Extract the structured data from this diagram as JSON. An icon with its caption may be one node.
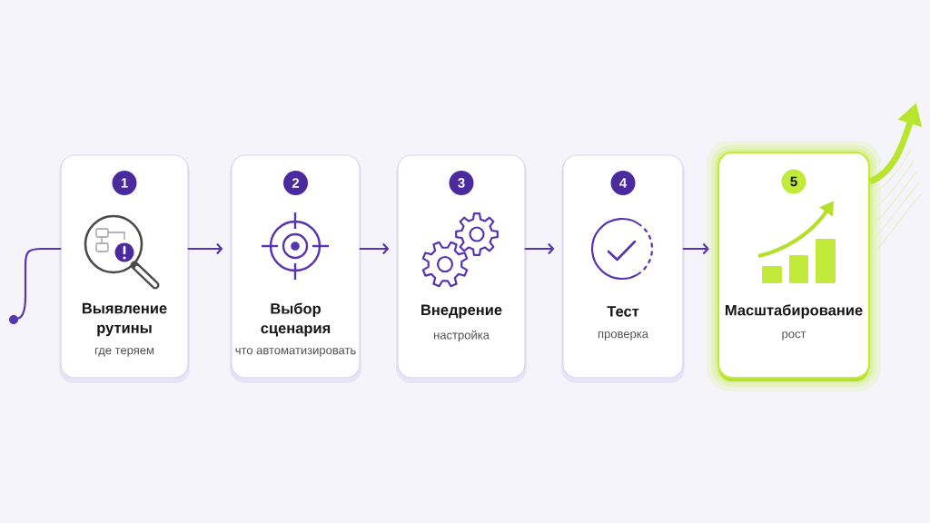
{
  "diagram": {
    "nodes": [
      {
        "text": [],
        "shape": "circle"
      },
      {
        "text": [
          "Выявление рутины",
          "где теряем"
        ]
      },
      {
        "text": [
          "1"
        ],
        "in": 1
      },
      {
        "text": [
          "Выбор сценария",
          "что автоматизировать"
        ]
      },
      {
        "text": [
          "2"
        ],
        "in": 3
      },
      {
        "text": [
          "Внедрение",
          "настройка"
        ]
      },
      {
        "text": [
          "3"
        ],
        "in": 5
      },
      {
        "text": [
          "Тест",
          "проверка"
        ]
      },
      {
        "text": [
          "4"
        ],
        "in": 7
      },
      {
        "text": [
          "Масштабирование",
          "рост"
        ]
      },
      {
        "text": [
          "5"
        ],
        "in": 9
      }
    ],
    "edges": [
      {
        "from": 0,
        "to": 1,
        "arrow": "none"
      },
      {
        "from": 1,
        "to": 3,
        "arrow": "to"
      },
      {
        "from": 3,
        "to": 5,
        "arrow": "to"
      },
      {
        "from": 5,
        "to": 7,
        "arrow": "to"
      },
      {
        "from": 7,
        "to": 9,
        "arrow": "to"
      },
      {
        "from": 9,
        "to": null,
        "arrow": "to",
        "style": "thick",
        "color": "#b8e62e"
      }
    ]
  }
}
